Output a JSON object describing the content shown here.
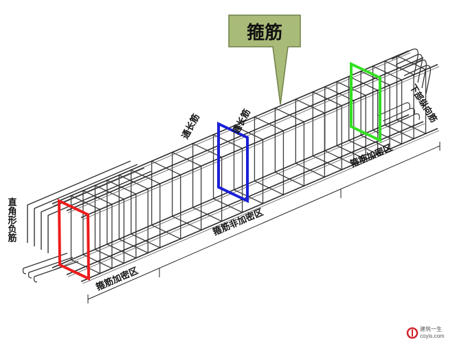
{
  "callout": {
    "text": "箍筋",
    "fill": "#a9bb78",
    "border": "#6f8048"
  },
  "labels": {
    "through_bar_left": "通长筋",
    "through_bar_right": "通长筋",
    "bottom_longitudinal_bar": "下部纵向筋",
    "right_angle_negative_bar": "直角形负筋",
    "stirrup_dense_zone_left": "箍筋加密区",
    "stirrup_non_dense_zone": "箍筋非加密区",
    "stirrup_dense_zone_right": "箍筋加密区"
  },
  "highlights": {
    "left": "#ee1c1c",
    "middle": "#1a20d6",
    "right": "#33e022"
  },
  "watermark": {
    "line1": "建筑一生",
    "line2": "coyis.com",
    "accent": "#d2232a"
  }
}
